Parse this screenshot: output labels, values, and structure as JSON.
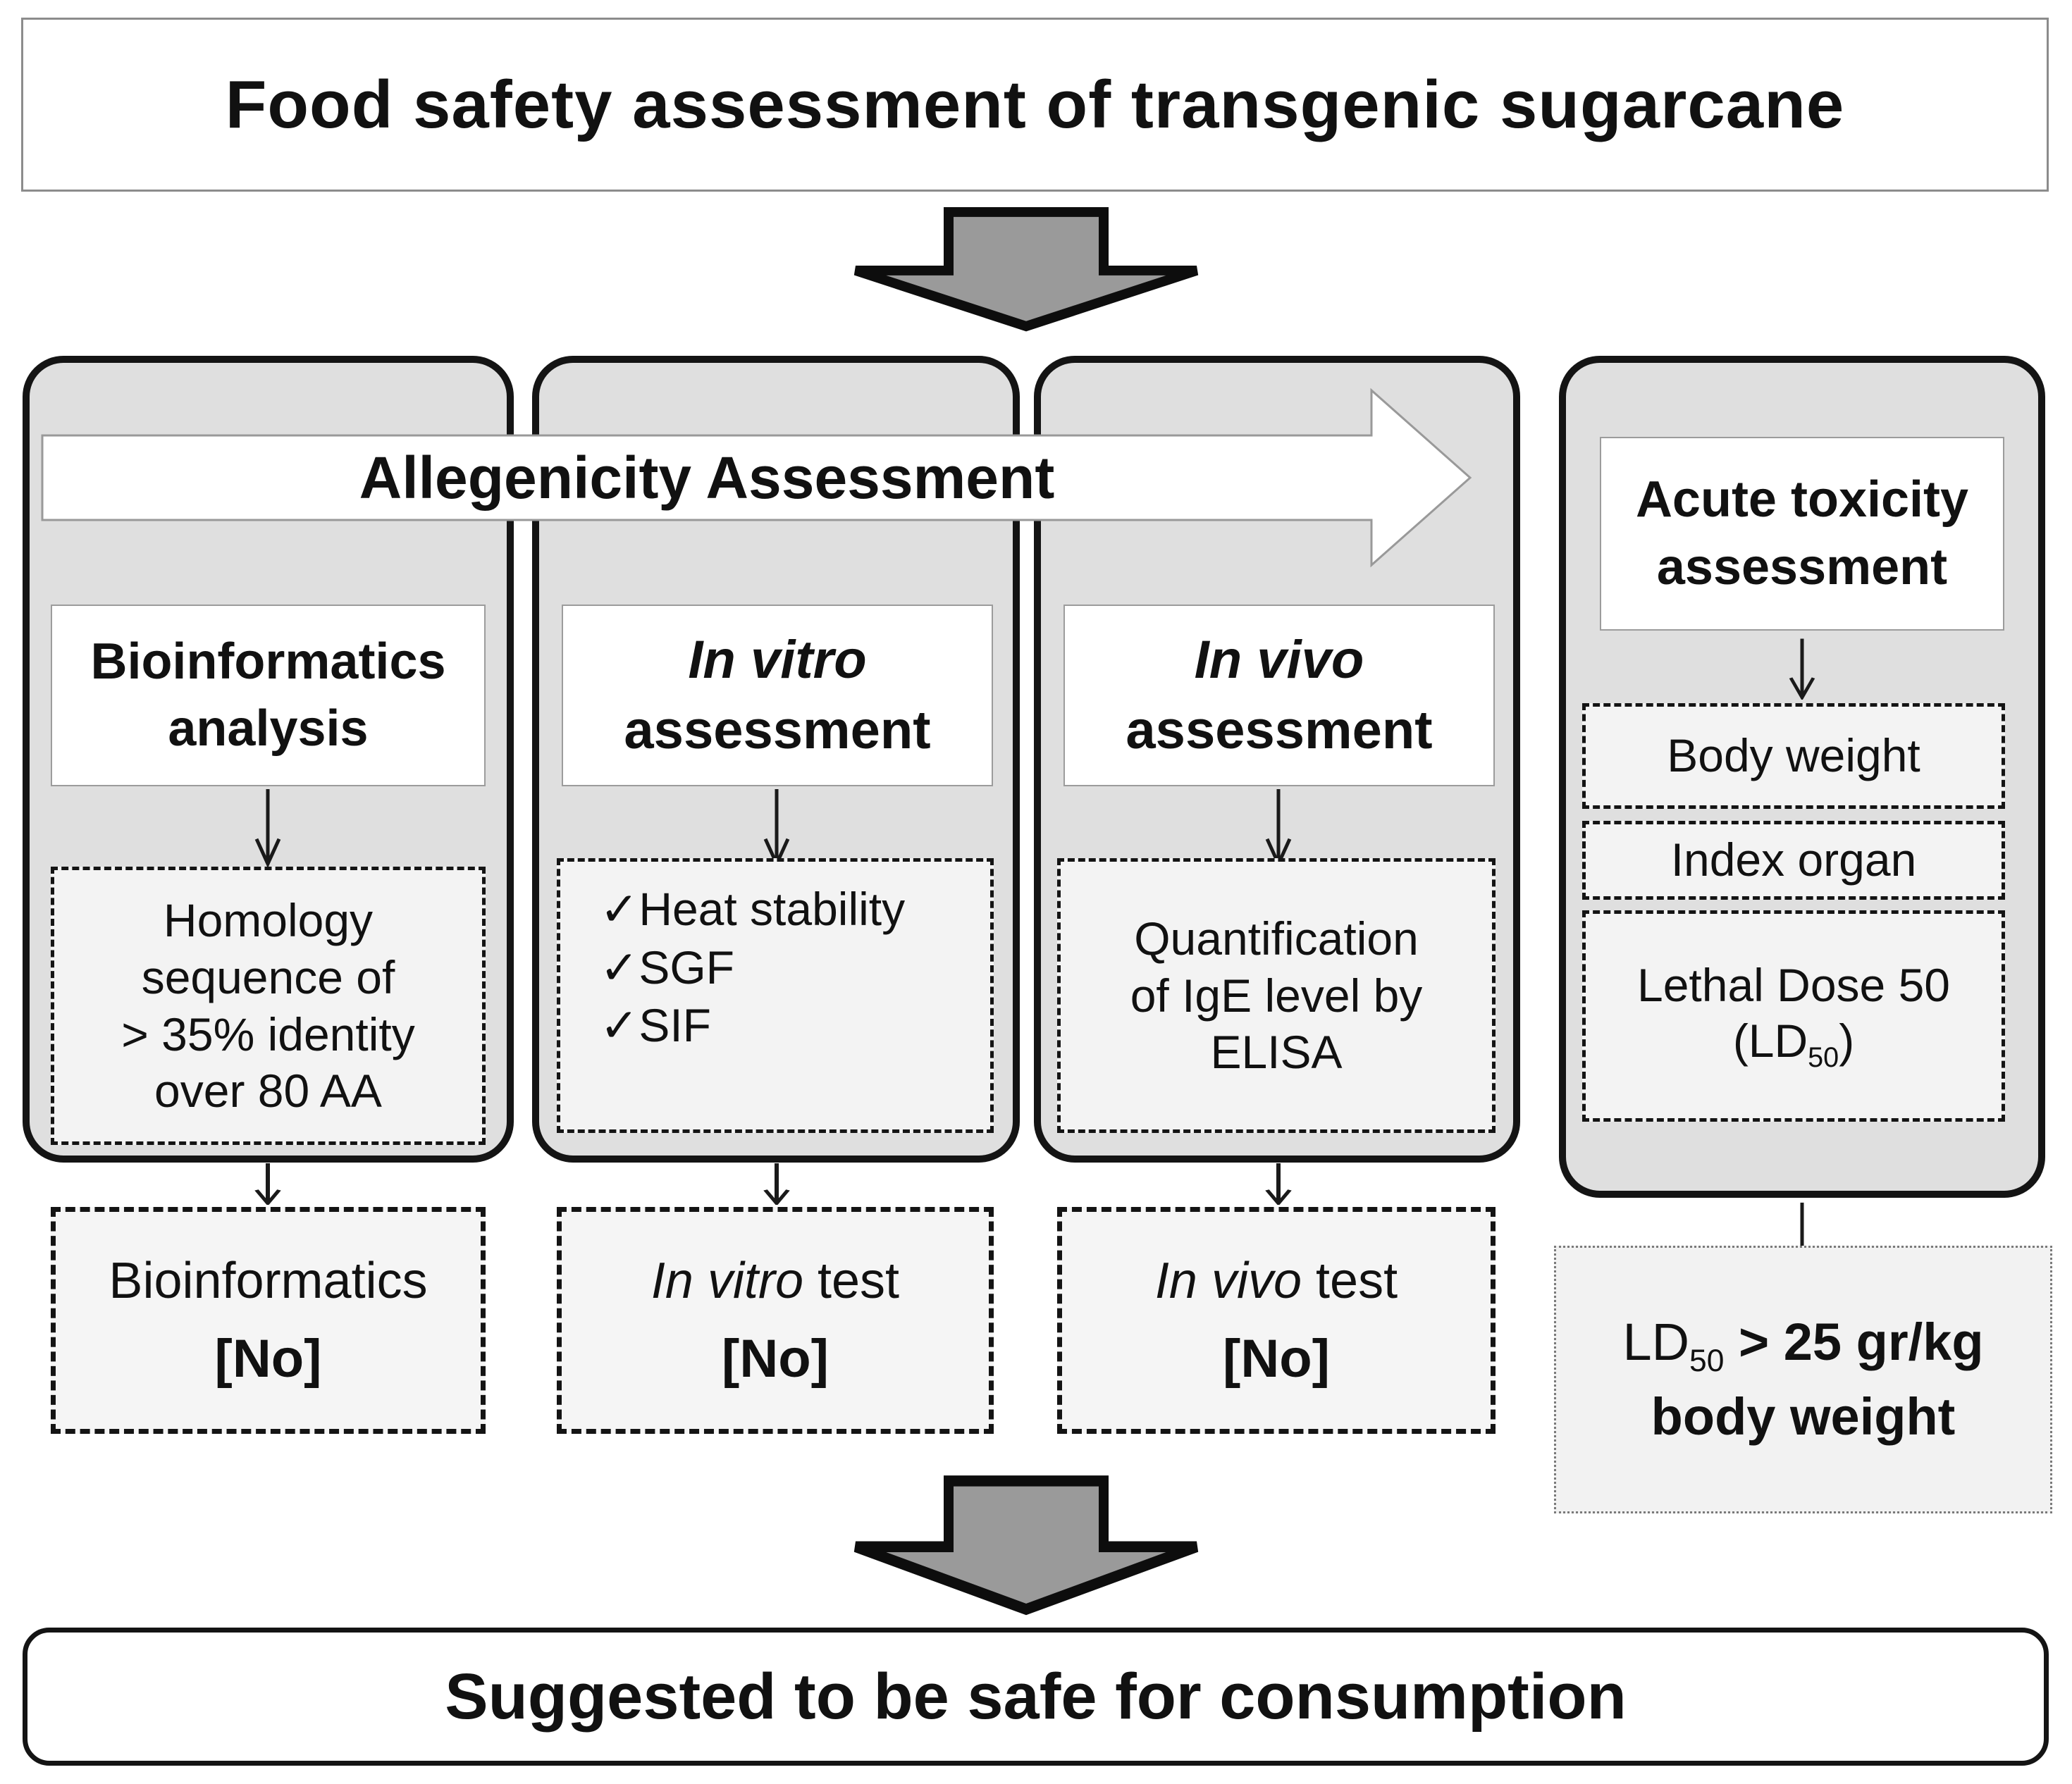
{
  "title": "Food safety assessment of transgenic sugarcane",
  "banner_label": "Allegenicity Assessment",
  "checkmark": "✓",
  "colors": {
    "flow_arrow_fill": "#9a9a9a",
    "outline": "#141414",
    "column_bg": "#dfdfdf",
    "inner_box_bg": "#f3f3f3"
  },
  "columns": [
    {
      "name": "bioinformatics",
      "header_top": "Bioinformatics",
      "header_bottom": "analysis",
      "detail_lines": [
        "Homology",
        "sequence of",
        "> 35% identity",
        "over 80 AA"
      ],
      "result_italic": "",
      "result_rest": "Bioinformatics",
      "result_flag": "[No]"
    },
    {
      "name": "in-vitro",
      "header_top": "In vitro",
      "header_bottom": "assessment",
      "checklist": [
        "Heat stability",
        "SGF",
        "SIF"
      ],
      "result_italic": "In vitro",
      "result_rest": " test",
      "result_flag": "[No]"
    },
    {
      "name": "in-vivo",
      "header_top": "In vivo",
      "header_bottom": "assessment",
      "detail_lines": [
        "Quantification",
        "of IgE level by",
        "ELISA"
      ],
      "result_italic": "In vivo",
      "result_rest": " test",
      "result_flag": "[No]"
    },
    {
      "name": "acute-toxicity",
      "header_top": "Acute toxicity",
      "header_bottom": "assessment",
      "boxes": [
        "Body weight",
        "Index organ"
      ],
      "lethal_line1": "Lethal Dose 50",
      "lethal_pre": "(LD",
      "lethal_sub": "50",
      "lethal_post": ")",
      "result_pre": "LD",
      "result_sub": "50",
      "result_bold": " > 25 gr/kg",
      "result_line2": "body weight"
    }
  ],
  "conclusion": "Suggested to be safe for consumption"
}
